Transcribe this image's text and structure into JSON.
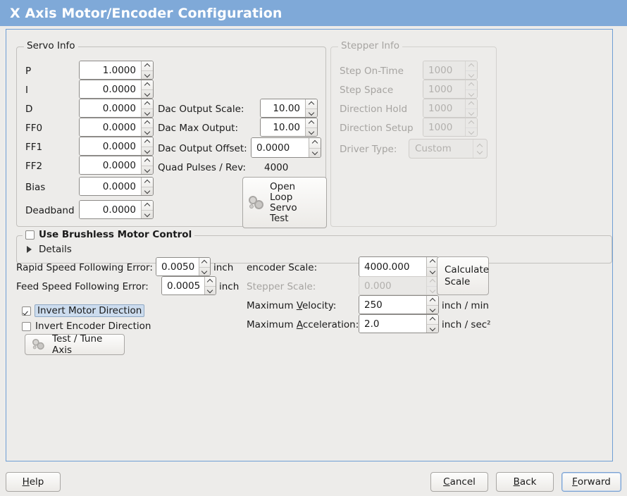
{
  "window": {
    "title": "X Axis Motor/Encoder Configuration"
  },
  "servo": {
    "legend": "Servo Info",
    "fields": [
      {
        "label": "P",
        "value": "1.0000"
      },
      {
        "label": "I",
        "value": "0.0000"
      },
      {
        "label": "D",
        "value": "0.0000"
      },
      {
        "label": "FF0",
        "value": "0.0000"
      },
      {
        "label": "FF1",
        "value": "0.0000"
      },
      {
        "label": "FF2",
        "value": "0.0000"
      },
      {
        "label": "Bias",
        "value": "0.0000"
      },
      {
        "label": "Deadband",
        "value": "0.0000"
      }
    ],
    "dac_output_scale": {
      "label": "Dac Output Scale:",
      "value": "10.00"
    },
    "dac_max_output": {
      "label": "Dac Max Output:",
      "value": "10.00"
    },
    "dac_output_offset": {
      "label": "Dac Output Offset:",
      "value": "0.0000"
    },
    "quad_pulses": {
      "label": "Quad Pulses / Rev:",
      "value": "4000"
    },
    "open_loop_button": {
      "line1": "Open",
      "line2": "Loop",
      "line3": "Servo",
      "line4": "Test"
    }
  },
  "stepper": {
    "legend": "Stepper Info",
    "fields": [
      {
        "label": "Step On-Time",
        "value": "1000"
      },
      {
        "label": "Step Space",
        "value": "1000"
      },
      {
        "label": "Direction Hold",
        "value": "1000"
      },
      {
        "label": "Direction Setup",
        "value": "1000"
      }
    ],
    "driver_type": {
      "label": "Driver Type:",
      "value": "Custom"
    }
  },
  "brushless": {
    "checkbox_label": "Use Brushless Motor Control",
    "checked": false,
    "details_label": "Details",
    "details_expanded": false
  },
  "tuning": {
    "rapid_following_error": {
      "label": "Rapid Speed Following Error:",
      "value": "0.0050",
      "unit": "inch"
    },
    "feed_following_error": {
      "label": "Feed Speed Following Error:",
      "value": "0.0005",
      "unit": "inch"
    },
    "invert_motor": {
      "label": "Invert Motor Direction",
      "checked": true,
      "focused": true
    },
    "invert_encoder": {
      "label": "Invert Encoder Direction",
      "checked": false,
      "focused": false
    },
    "test_tune_button": "Test / Tune Axis"
  },
  "scales": {
    "encoder_scale": {
      "label": "encoder Scale:",
      "value": "4000.000"
    },
    "stepper_scale": {
      "label": "Stepper Scale:",
      "value": "0.000",
      "disabled": true
    },
    "calculate_button": {
      "line1": "Calculate",
      "line2": "Scale"
    },
    "max_velocity": {
      "label_a": "Maximum ",
      "label_mn": "V",
      "label_b": "elocity:",
      "value": "250",
      "unit": "inch / min"
    },
    "max_acceleration": {
      "label_a": "Maximum ",
      "label_mn": "A",
      "label_b": "cceleration:",
      "value": "2.0",
      "unit": "inch / sec²"
    }
  },
  "footer": {
    "help": {
      "mn": "H",
      "rest": "elp"
    },
    "cancel": {
      "mn": "C",
      "rest": "ancel"
    },
    "back": {
      "mn": "B",
      "rest": "ack"
    },
    "forward": {
      "mn": "F",
      "rest": "orward"
    }
  }
}
